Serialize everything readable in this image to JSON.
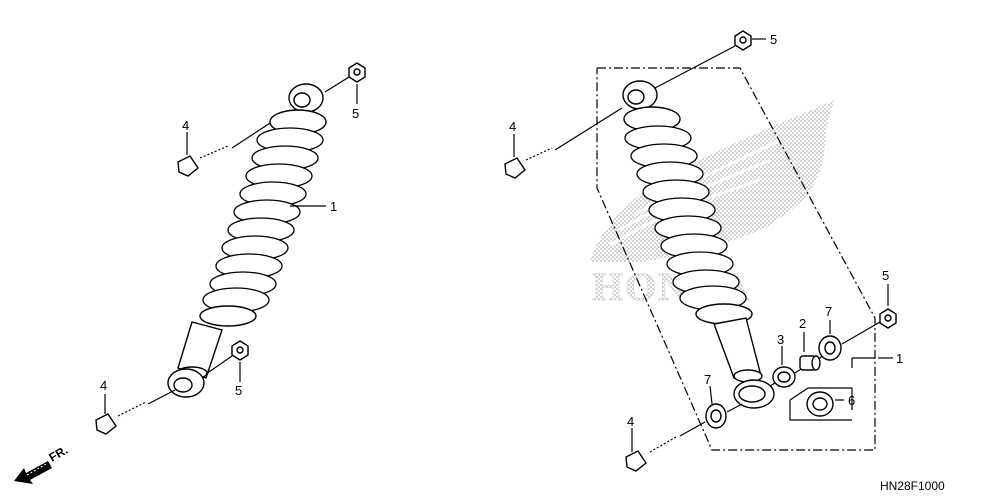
{
  "diagram_code": "HN28F1000",
  "direction_label": "FR.",
  "watermark_text": "HONDA",
  "left_assembly": {
    "callouts": [
      {
        "id": "bolt-top",
        "label": "4"
      },
      {
        "id": "nut-top",
        "label": "5"
      },
      {
        "id": "shock",
        "label": "1"
      },
      {
        "id": "bolt-bottom",
        "label": "4"
      },
      {
        "id": "nut-bottom",
        "label": "5"
      }
    ]
  },
  "right_assembly": {
    "callouts": [
      {
        "id": "nut-top",
        "label": "5"
      },
      {
        "id": "bolt-top",
        "label": "4"
      },
      {
        "id": "nut-right",
        "label": "5"
      },
      {
        "id": "washer-right",
        "label": "7"
      },
      {
        "id": "collar",
        "label": "2"
      },
      {
        "id": "bearing-left",
        "label": "3"
      },
      {
        "id": "assembly",
        "label": "1"
      },
      {
        "id": "bearing-kit",
        "label": "6"
      },
      {
        "id": "washer-left",
        "label": "7"
      },
      {
        "id": "bolt-bottom",
        "label": "4"
      }
    ]
  },
  "colors": {
    "line": "#000000",
    "watermark": "#c8c8c8"
  }
}
